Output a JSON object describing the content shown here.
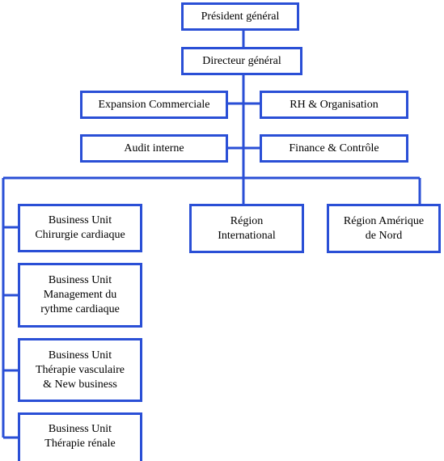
{
  "colors": {
    "box_border": "#2a4fd6",
    "connector": "#2a4fd6",
    "background": "#ffffff",
    "text": "#000000"
  },
  "org_chart": {
    "president": "Président général",
    "director": "Directeur général",
    "staff_left": [
      "Expansion Commerciale",
      "Audit interne"
    ],
    "staff_right": [
      "RH & Organisation",
      "Finance & Contrôle"
    ],
    "business_units": [
      [
        "Business Unit",
        "Chirurgie cardiaque"
      ],
      [
        "Business Unit",
        "Management du",
        "rythme cardiaque"
      ],
      [
        "Business Unit",
        "Thérapie vasculaire",
        "& New business"
      ],
      [
        "Business Unit",
        "Thérapie rénale"
      ]
    ],
    "regions": [
      [
        "Région",
        "International"
      ],
      [
        "Région Amérique",
        "de Nord"
      ]
    ]
  }
}
